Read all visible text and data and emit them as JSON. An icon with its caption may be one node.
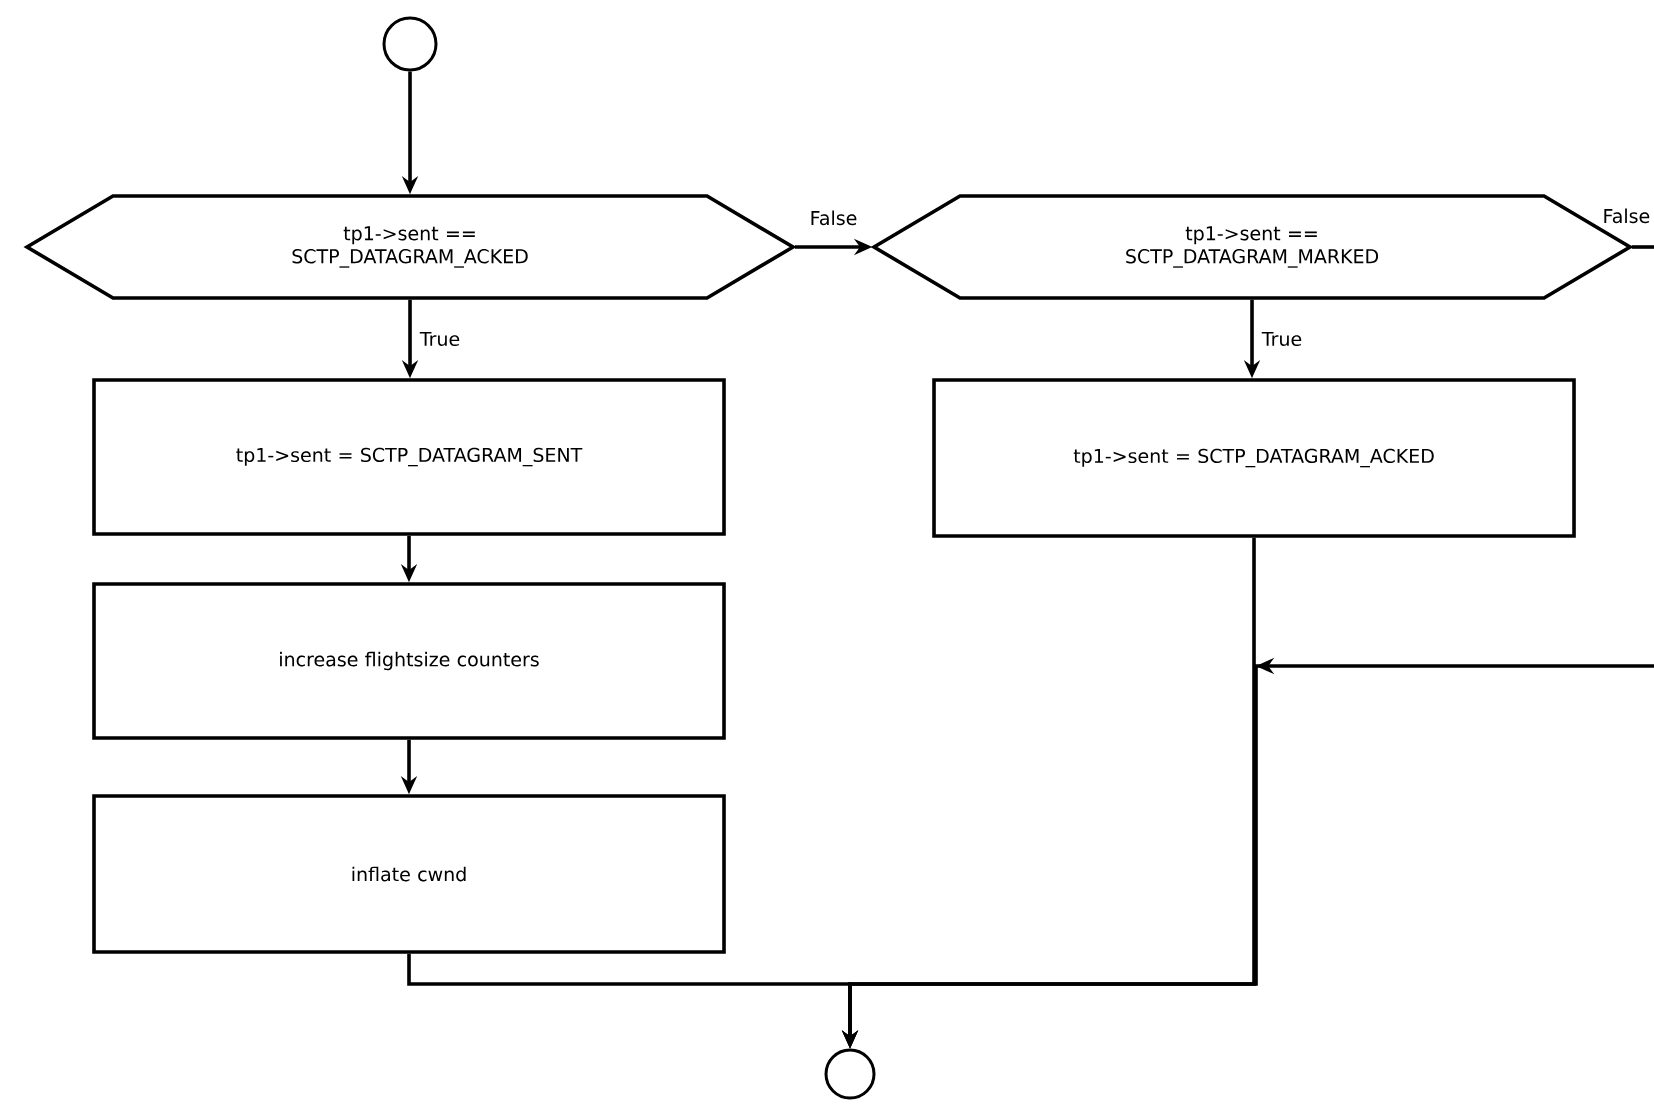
{
  "diagram": {
    "nodes": [
      {
        "text": [],
        "shape": "circle"
      },
      {
        "text": [
          "tp1->sent == SCTP_DATAGRAM_ACKED"
        ]
      },
      {
        "text": [
          "tp1->sent == SCTP_DATAGRAM_MARKED"
        ]
      },
      {
        "text": [
          "tp1->sent = SCTP_DATAGRAM_SENT"
        ]
      },
      {
        "text": [
          "increase flightsize counters"
        ]
      },
      {
        "text": [
          "inflate cwnd"
        ]
      },
      {
        "text": [
          "tp1->sent = SCTP_DATAGRAM_ACKED"
        ]
      },
      {
        "text": [],
        "shape": "circle"
      }
    ],
    "edges": [
      {
        "from": 0,
        "to": 1,
        "arrow": "to"
      },
      {
        "from": 1,
        "to": 2,
        "arrow": "to",
        "label": "False"
      },
      {
        "from": 1,
        "to": 3,
        "arrow": "to",
        "label": "True"
      },
      {
        "from": 3,
        "to": 4,
        "arrow": "to"
      },
      {
        "from": 4,
        "to": 5,
        "arrow": "to"
      },
      {
        "from": 5,
        "to": 7,
        "arrow": "to"
      },
      {
        "from": 6,
        "to": 7,
        "arrow": "to"
      },
      {
        "from": 2,
        "to": 6,
        "arrow": "to",
        "label": "True"
      },
      {
        "from": 2,
        "to": null,
        "arrow": "none",
        "label": "False"
      },
      {
        "from": null,
        "to": 7,
        "arrow": "to"
      }
    ]
  }
}
